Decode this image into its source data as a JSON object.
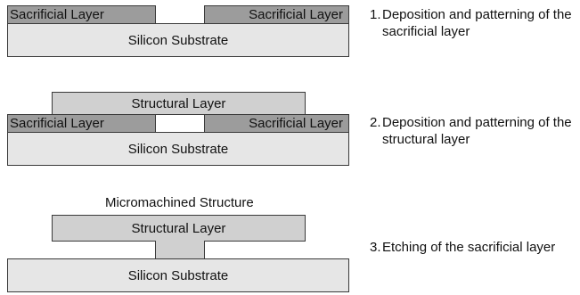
{
  "labels": {
    "sacrificial_layer": "Sacrificial Layer",
    "structural_layer": "Structural Layer",
    "silicon_substrate": "Silicon Substrate",
    "micromachined_structure": "Micromachined Structure"
  },
  "steps": [
    {
      "number": "1.",
      "text": "Deposition and patterning of the sacrificial layer"
    },
    {
      "number": "2.",
      "text": "Deposition and patterning of the structural layer"
    },
    {
      "number": "3.",
      "text": "Etching of the sacrificial layer"
    }
  ],
  "colors": {
    "substrate": "#e6e6e6",
    "sacrificial": "#9c9c9c",
    "structural": "#d0d0d0",
    "outline": "#3a3a3a"
  }
}
